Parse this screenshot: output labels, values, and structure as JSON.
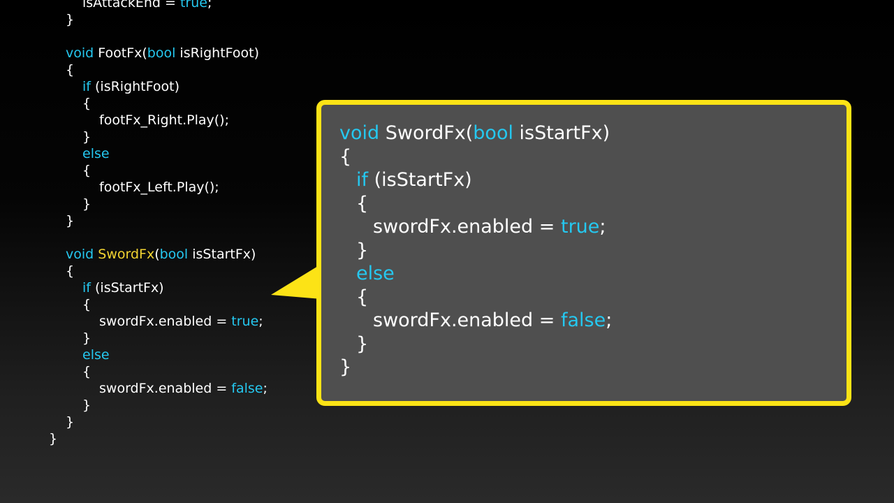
{
  "colors": {
    "keyword": "#25c8f0",
    "function_highlight": "#f2d331",
    "text": "#ffffff",
    "callout_border": "#fce316",
    "callout_fill": "#4f4f4f"
  },
  "background_code": [
    [
      {
        "t": "isAttackEnd = ",
        "c": "txt"
      },
      {
        "t": "true",
        "c": "kw"
      },
      {
        "t": ";",
        "c": "txt"
      }
    ],
    [
      {
        "t": "}",
        "c": "txt"
      }
    ],
    [],
    [
      {
        "t": "void",
        "c": "kw"
      },
      {
        "t": " FootFx(",
        "c": "txt"
      },
      {
        "t": "bool",
        "c": "kw"
      },
      {
        "t": " isRightFoot)",
        "c": "txt"
      }
    ],
    [
      {
        "t": "{",
        "c": "txt"
      }
    ],
    [
      {
        "t": "if",
        "c": "kw"
      },
      {
        "t": " (isRightFoot)",
        "c": "txt"
      }
    ],
    [
      {
        "t": "{",
        "c": "txt"
      }
    ],
    [
      {
        "t": "footFx_Right.Play();",
        "c": "txt"
      }
    ],
    [
      {
        "t": "}",
        "c": "txt"
      }
    ],
    [
      {
        "t": "else",
        "c": "kw"
      }
    ],
    [
      {
        "t": "{",
        "c": "txt"
      }
    ],
    [
      {
        "t": "footFx_Left.Play();",
        "c": "txt"
      }
    ],
    [
      {
        "t": "}",
        "c": "txt"
      }
    ],
    [
      {
        "t": "}",
        "c": "txt"
      }
    ],
    [],
    [
      {
        "t": "void",
        "c": "kw"
      },
      {
        "t": " ",
        "c": "txt"
      },
      {
        "t": "SwordFx",
        "c": "fn"
      },
      {
        "t": "(",
        "c": "txt"
      },
      {
        "t": "bool",
        "c": "kw"
      },
      {
        "t": " isStartFx)",
        "c": "txt"
      }
    ],
    [
      {
        "t": "{",
        "c": "txt"
      }
    ],
    [
      {
        "t": "if",
        "c": "kw"
      },
      {
        "t": " (isStartFx)",
        "c": "txt"
      }
    ],
    [
      {
        "t": "{",
        "c": "txt"
      }
    ],
    [
      {
        "t": "swordFx.enabled = ",
        "c": "txt"
      },
      {
        "t": "true",
        "c": "kw"
      },
      {
        "t": ";",
        "c": "txt"
      }
    ],
    [
      {
        "t": "}",
        "c": "txt"
      }
    ],
    [
      {
        "t": "else",
        "c": "kw"
      }
    ],
    [
      {
        "t": "{",
        "c": "txt"
      }
    ],
    [
      {
        "t": "swordFx.enabled = ",
        "c": "txt"
      },
      {
        "t": "false",
        "c": "kw"
      },
      {
        "t": ";",
        "c": "txt"
      }
    ],
    [
      {
        "t": "}",
        "c": "txt"
      }
    ],
    [
      {
        "t": "}",
        "c": "txt"
      }
    ],
    [
      {
        "t": "}",
        "c": "txt"
      }
    ]
  ],
  "callout_code": [
    [
      {
        "t": "void",
        "c": "kw"
      },
      {
        "t": " SwordFx(",
        "c": "txt"
      },
      {
        "t": "bool",
        "c": "kw"
      },
      {
        "t": " isStartFx)",
        "c": "txt"
      }
    ],
    [
      {
        "t": "{",
        "c": "txt"
      }
    ],
    [
      {
        "t": "if",
        "c": "kw"
      },
      {
        "t": " (isStartFx)",
        "c": "txt"
      }
    ],
    [
      {
        "t": "{",
        "c": "txt"
      }
    ],
    [
      {
        "t": "swordFx.enabled = ",
        "c": "txt"
      },
      {
        "t": "true",
        "c": "kw"
      },
      {
        "t": ";",
        "c": "txt"
      }
    ],
    [
      {
        "t": "}",
        "c": "txt"
      }
    ],
    [
      {
        "t": "else",
        "c": "kw"
      }
    ],
    [
      {
        "t": "{",
        "c": "txt"
      }
    ],
    [
      {
        "t": "swordFx.enabled = ",
        "c": "txt"
      },
      {
        "t": "false",
        "c": "kw"
      },
      {
        "t": ";",
        "c": "txt"
      }
    ],
    [
      {
        "t": "}",
        "c": "txt"
      }
    ],
    [
      {
        "t": "}",
        "c": "txt"
      }
    ]
  ]
}
